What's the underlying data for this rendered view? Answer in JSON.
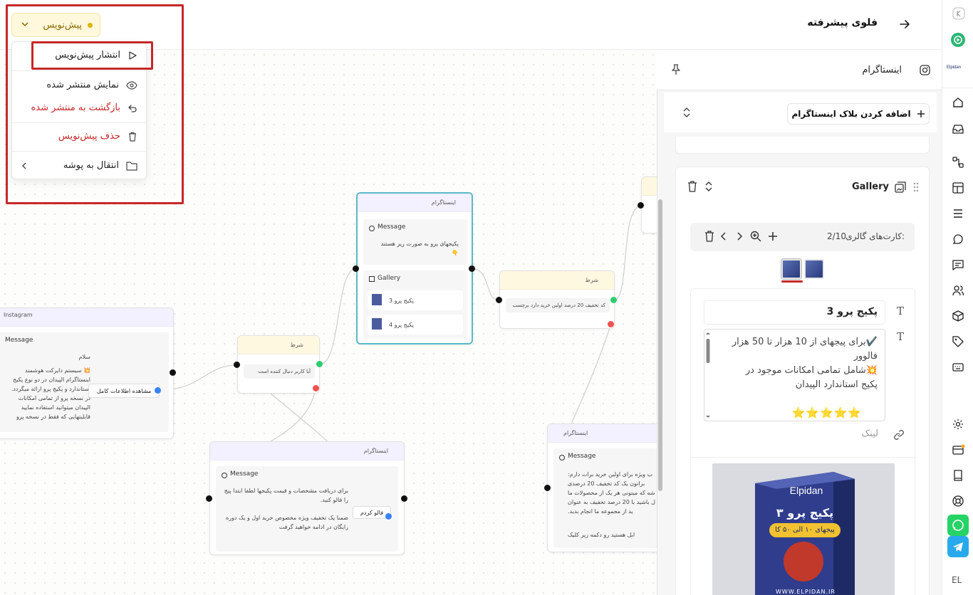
{
  "header": {
    "title": "فلوی پیشرفته"
  },
  "draft": {
    "status_label": "پیش‌نویس",
    "menu": {
      "publish": "انتشار پیش‌نویس",
      "view_published": "نمایش منتشر شده",
      "revert": "بازگشت به منتشر شده",
      "delete": "حذف پیش‌نویس",
      "move": "انتقال به پوشه"
    }
  },
  "panel": {
    "title": "اینستاگرام",
    "add_block": "اضافه کردن بلاک اینستاگرام",
    "gallery": {
      "title": "Gallery",
      "cards_label": "کارت‌های گالری:",
      "cards_count": "2/10",
      "card": {
        "title": "پکیج پرو 3",
        "desc_line1": "✔️برای پیجهای از 10 هزار تا 50 هزار",
        "desc_line2": "فالوور",
        "desc_line3": "💥شامل تمامی امکانات موجود در",
        "desc_line4": "پکیج استاندارد الپیدان",
        "stars": "⭐⭐⭐⭐⭐",
        "link_placeholder": "لینک"
      },
      "image": {
        "brand": "Elpidan",
        "title": "پکیج پرو ۳",
        "subtitle": "پیجهای ۱۰ الی ۵۰ کا",
        "url": "WWW.ELPIDAN.IR"
      }
    }
  },
  "canvas": {
    "node_ig1": {
      "head": "اینستاگرام",
      "msg_label": "Message",
      "msg_text": "پکیجهای پرو به صورت زیر هستند 👇",
      "gallery_label": "Gallery",
      "item1": "پکیج پرو 3",
      "item2": "پکیج پرو 4"
    },
    "node_cond1": {
      "head": "شرط",
      "text": "کد تخفیف 20 درصد اولین خرید  دارد برچسب"
    },
    "node_cond2": {
      "head": "شرط",
      "text": "آیا کاربر دنبال کننده است"
    },
    "node_left": {
      "head": "Instagram",
      "msg_label": "Message",
      "greet": "سلام",
      "line1": "💥 سیستم دایرکت هوشمند",
      "line2": "اینستاگرام الپیدان در دو نوع پکیج",
      "line3": "استاندارد و پکیج پرو ارائه میگردد.",
      "line4": "در نسخه پرو از تمامی امکانات",
      "line5": "الپیدان میتوانید استفاده نمایید",
      "line6": "قابلیتهایی که فقط در نسخه پرو",
      "button": "مشاهده اطلاعات کامل"
    },
    "node_ig2": {
      "head": "اینستاگرام",
      "msg_label": "Message",
      "text1": "برای دریافت مشخصات و قیمت پکیجها لطفا ابتدا پیج را فالو کنید.",
      "text2": "ضمنا یک تخفیف ویژه مخصوص خرید اول و یک دوره رایگان در ادامه خواهید گرفت",
      "button": "فالو کردم"
    },
    "node_ig3": {
      "head": "اینستاگرام",
      "msg_label": "Message",
      "l1": "ب ویژه برای اولین خرید برات دارم:",
      "l2": "براتون یک کد تخفیف 20 درصدی",
      "l3": "شه که میتونی هر یک از محصولات ما",
      "l4": "ل باشید با 20 درصد تخفیف به عنوان",
      "l5": "ید از مجموعه ما انجام بدید.",
      "l6": "ابل هستید رو دکمه زیر کلیک"
    }
  },
  "sidebar": {
    "brand": "Elpidan",
    "lang": "EL"
  },
  "colors": {
    "accent_red": "#c62828",
    "whatsapp": "#25d366",
    "telegram": "#29a9eb",
    "node_border_active": "#5ab8c9"
  }
}
